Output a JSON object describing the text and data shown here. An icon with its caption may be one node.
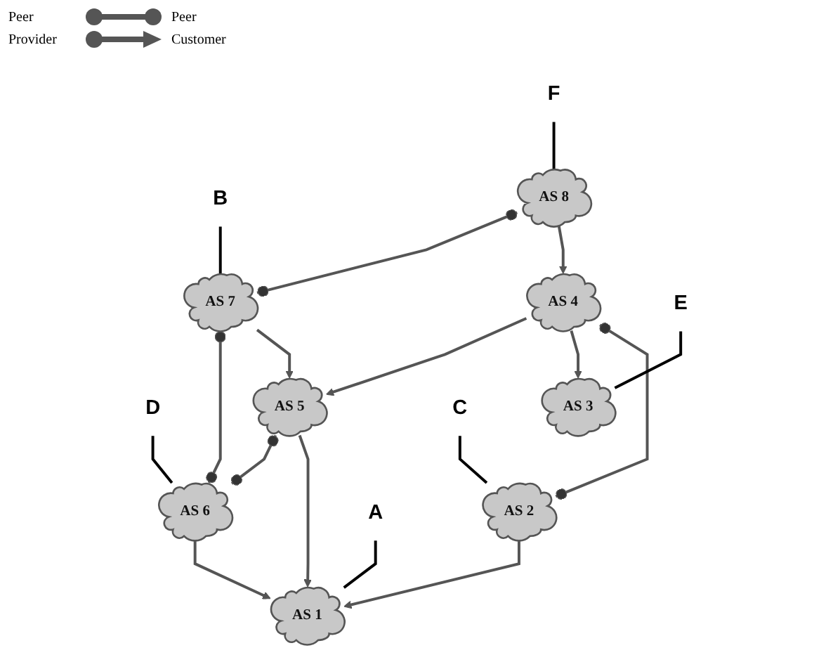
{
  "diagram": {
    "nodes": [
      {
        "text": [
          "F"
        ]
      },
      {
        "text": [
          "B"
        ]
      },
      {
        "text": [
          "D"
        ]
      },
      {
        "text": [
          "AS 8"
        ]
      },
      {
        "text": [
          "AS 7"
        ]
      },
      {
        "text": [
          "AS 6"
        ]
      },
      {
        "text": [
          "AS 4"
        ]
      },
      {
        "text": [
          "AS 5"
        ]
      },
      {
        "text": [
          "AS 3"
        ]
      },
      {
        "text": [
          "AS 2"
        ]
      },
      {
        "text": [
          "AS 1"
        ]
      },
      {
        "text": [
          "E"
        ]
      },
      {
        "text": [
          "C"
        ]
      },
      {
        "text": [
          "A"
        ]
      }
    ],
    "edges": [
      {
        "from": 3,
        "to": 4,
        "arrow": "other"
      },
      {
        "from": 4,
        "to": 5,
        "arrow": "other"
      },
      {
        "from": 7,
        "to": 5,
        "arrow": "other"
      },
      {
        "from": 3,
        "to": 6,
        "arrow": "to"
      },
      {
        "from": 4,
        "to": 7,
        "arrow": "to"
      },
      {
        "from": 6,
        "to": 7,
        "arrow": "to"
      },
      {
        "from": 6,
        "to": 8,
        "arrow": "to"
      },
      {
        "from": 6,
        "to": 9,
        "arrow": "other"
      },
      {
        "from": 9,
        "to": 10,
        "arrow": "to"
      },
      {
        "from": 7,
        "to": 10,
        "arrow": "to"
      },
      {
        "from": 5,
        "to": 10,
        "arrow": "to"
      },
      {
        "from": 0,
        "to": 3,
        "arrow": "none"
      },
      {
        "from": 1,
        "to": 4,
        "arrow": "none"
      },
      {
        "from": 2,
        "to": 5,
        "arrow": "none"
      },
      {
        "from": 11,
        "to": 8,
        "arrow": "none"
      },
      {
        "from": 12,
        "to": 9,
        "arrow": "none"
      },
      {
        "from": 13,
        "to": 10,
        "arrow": "none"
      }
    ],
    "legend": [
      {
        "text": "Peer"
      },
      {
        "text": "Peer"
      },
      {
        "text": "Provider"
      },
      {
        "text": "Customer"
      }
    ]
  }
}
